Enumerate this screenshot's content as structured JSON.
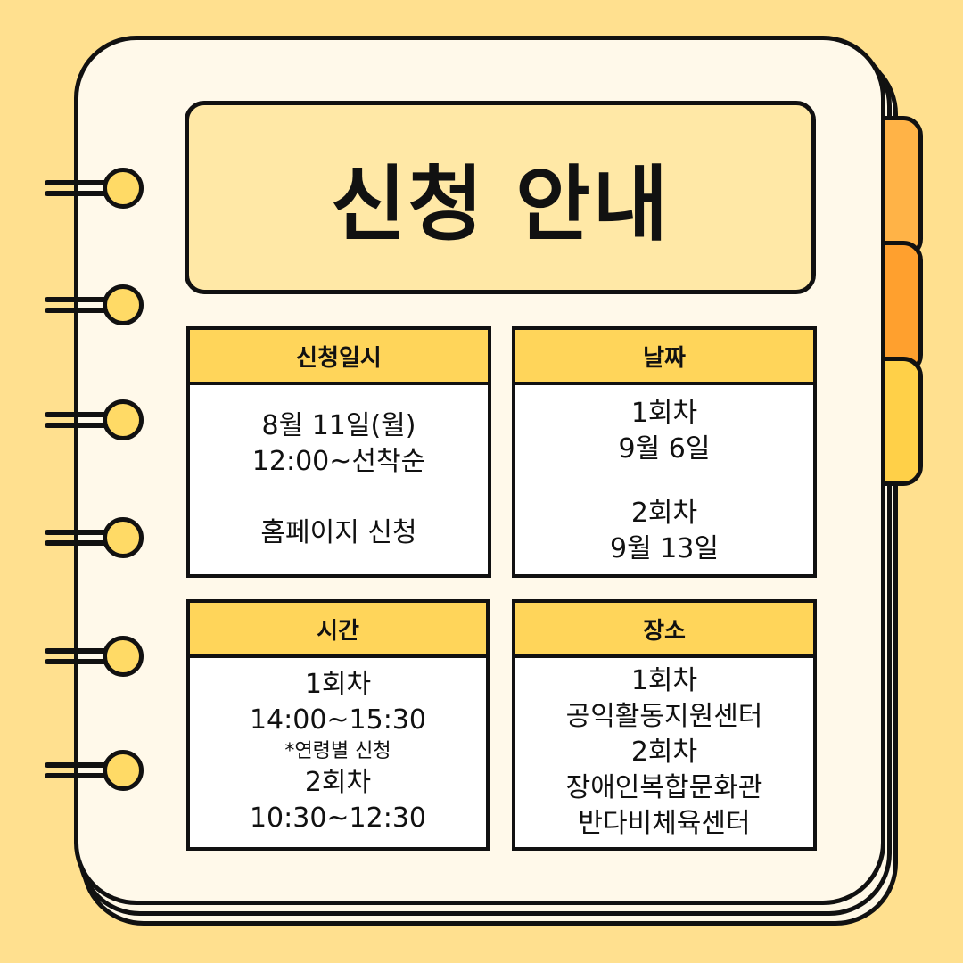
{
  "title": "신청 안내",
  "colors": {
    "background": "#FFE08F",
    "page": "#FFF9EA",
    "title_box": "#FFE8A6",
    "card_header": "#FFD55A",
    "tab_1": "#FFB347",
    "tab_2": "#FFA02E",
    "tab_3": "#FFD048",
    "ring": "#FFDA66",
    "outline": "#111111"
  },
  "cards": {
    "application": {
      "header": "신청일시",
      "lines": [
        "8월 11일(월)",
        "12:00~선착순",
        "",
        "홈페이지 신청"
      ]
    },
    "date": {
      "header": "날짜",
      "lines": [
        "1회차",
        "9월 6일",
        "",
        "2회차",
        "9월 13일"
      ]
    },
    "time": {
      "header": "시간",
      "lines": [
        "1회차",
        "14:00~15:30",
        "*연령별 신청",
        "2회차",
        "10:30~12:30"
      ]
    },
    "place": {
      "header": "장소",
      "lines": [
        "1회차",
        "공익활동지원센터",
        "2회차",
        "장애인복합문화관",
        "반다비체육센터"
      ]
    }
  },
  "decor": {
    "binder_ring_icon": "binder-ring-icon",
    "tab_icon": "notebook-tab-icon"
  }
}
